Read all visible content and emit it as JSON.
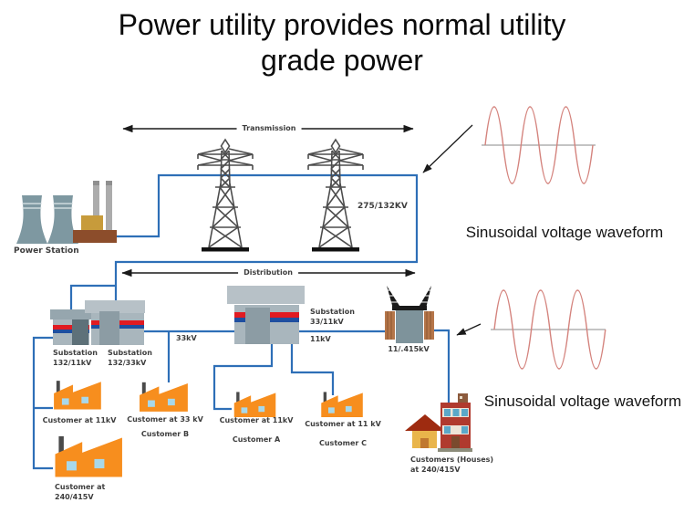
{
  "title": {
    "line1": "Power utility provides normal utility",
    "line2": "grade power"
  },
  "flow_labels": {
    "transmission": "Transmission",
    "distribution": "Distribution"
  },
  "power_station": {
    "label": "Power Station"
  },
  "transmission_line": {
    "voltage": "275/132KV"
  },
  "waveforms": {
    "top": "Sinusoidal voltage waveform",
    "bottom": "Sinusoidal voltage waveform"
  },
  "substations": [
    {
      "name": "Substation",
      "rating": "132/11kV"
    },
    {
      "name": "Substation",
      "rating": "132/33kV"
    },
    {
      "name": "Substation",
      "rating": "33/11kV"
    }
  ],
  "line_labels": {
    "kv33": "33kV",
    "kv11": "11kV",
    "transformer": "11/.415kV"
  },
  "customers": [
    {
      "line1": "Customer at 11kV",
      "line2": ""
    },
    {
      "line1": "Customer at 33 kV",
      "line2": "Customer B"
    },
    {
      "line1": "Customer at",
      "line2": "240/415V"
    },
    {
      "line1": "Customer at 11kV",
      "line2": "Customer A"
    },
    {
      "line1": "Customer at 11 kV",
      "line2": "Customer C"
    },
    {
      "line1": "Customers (Houses)",
      "line2": "at 240/415V"
    }
  ],
  "colors": {
    "line_blue": "#2E6FB7",
    "waveform_red": "#D4837D",
    "factory_orange": "#F78E1E",
    "stripe_red": "#E11B22",
    "stripe_blue": "#1F4FA0",
    "substation_gray": "#A9B6BD"
  }
}
